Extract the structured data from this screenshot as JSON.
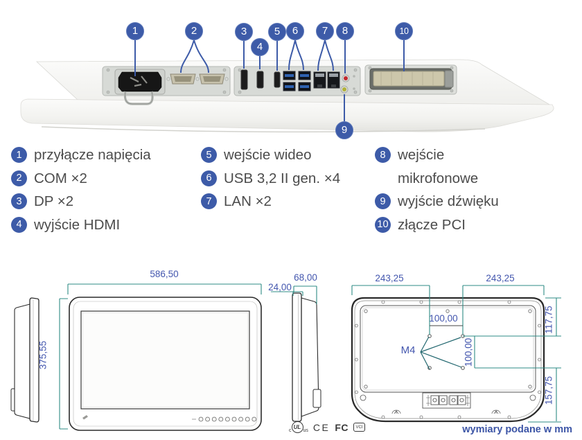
{
  "legend": {
    "items": [
      {
        "n": "1",
        "label": "przyłącze napięcia"
      },
      {
        "n": "2",
        "label": "COM ×2"
      },
      {
        "n": "3",
        "label": "DP ×2"
      },
      {
        "n": "4",
        "label": "wyjście HDMI"
      },
      {
        "n": "5",
        "label": "wejście wideo"
      },
      {
        "n": "6",
        "label": "USB 3,2 II gen. ×4"
      },
      {
        "n": "7",
        "label": "LAN ×2"
      },
      {
        "n": "8",
        "label": "wejście mikrofonowe"
      },
      {
        "n": "9",
        "label": "wyjście dźwięku"
      },
      {
        "n": "10",
        "label": "złącze PCI"
      }
    ]
  },
  "dimensions": {
    "front_width": "586,50",
    "front_height": "375,55",
    "bezel_depth": "24,00",
    "total_depth": "68,00",
    "rear_left_width": "243,25",
    "rear_right_width": "243,25",
    "vesa_horizontal": "100,00",
    "vesa_vertical": "100,00",
    "rear_top_offset": "117,75",
    "rear_bottom_offset": "157,75",
    "thread_size": "M4"
  },
  "certifications": {
    "ul_prefix": "c",
    "ul_text": "UL",
    "ul_suffix": "us",
    "ce_text": "CE",
    "fcc_text": "FC",
    "vcci_text": "VCI"
  },
  "footer_note": "wymiary podane w mm",
  "colors": {
    "callout_blue": "#3d5ba8",
    "dimension_text_blue": "#4356ae",
    "dimension_line_teal": "#2e8b84",
    "legend_text_gray": "#4c4c4c"
  }
}
